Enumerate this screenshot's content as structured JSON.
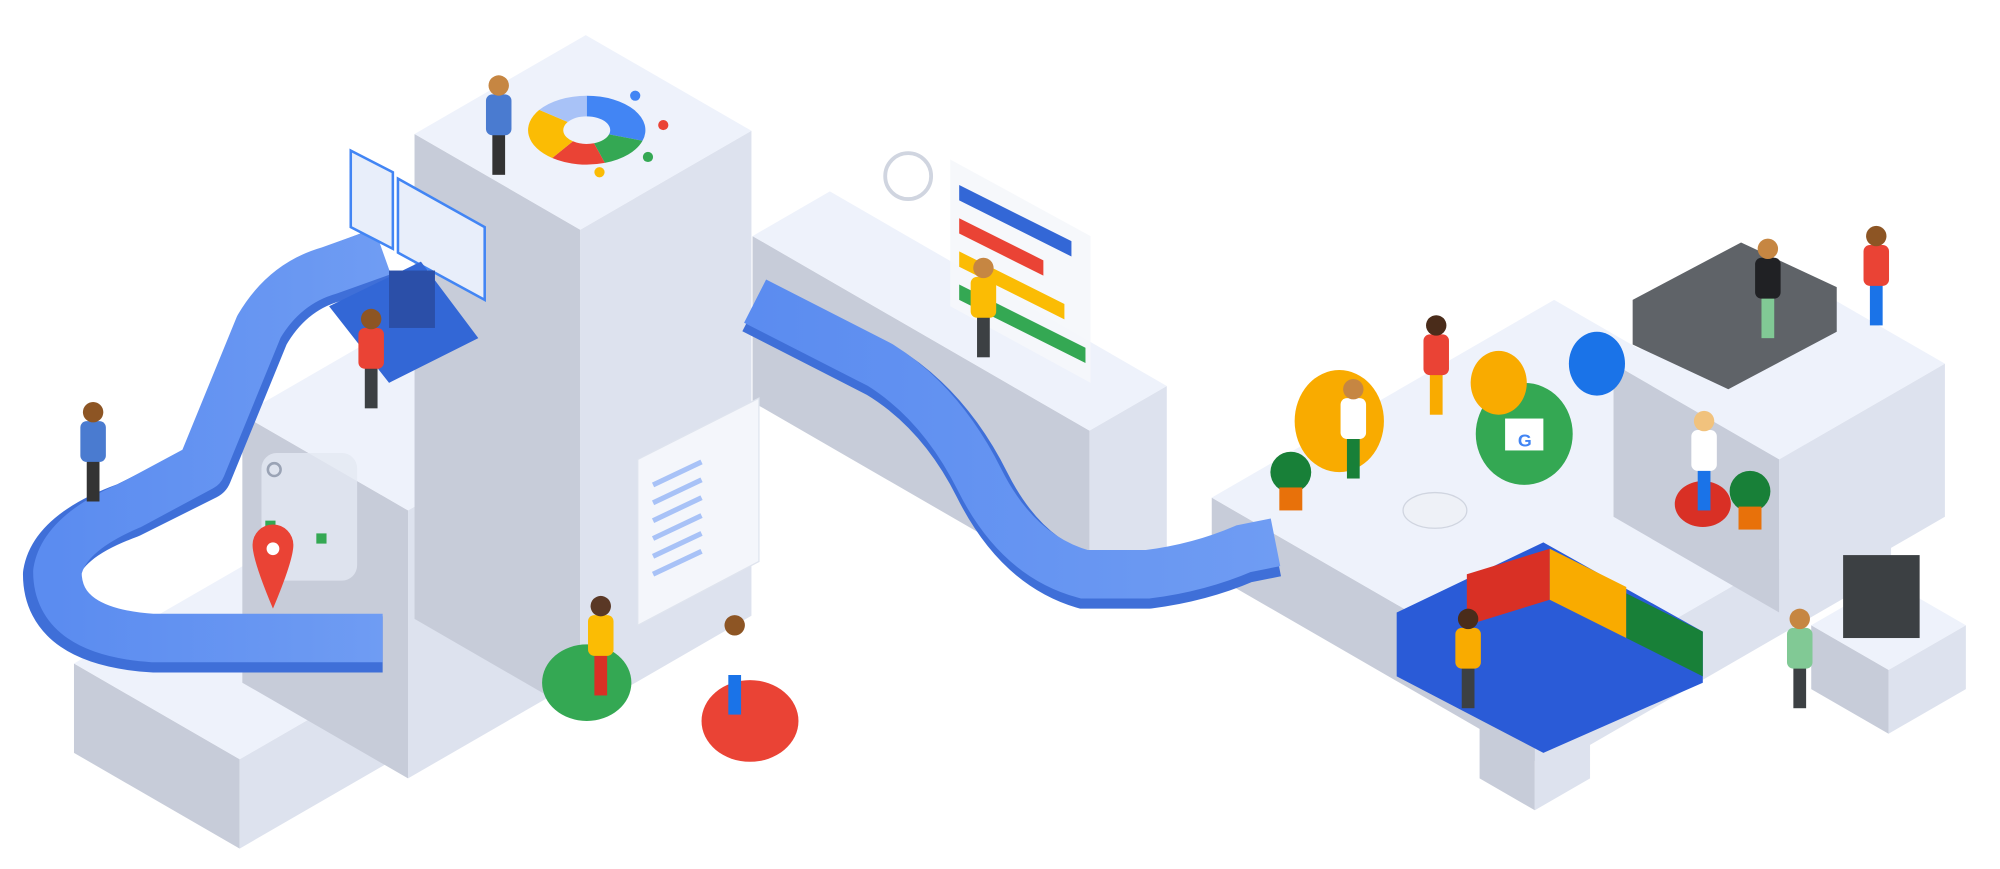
{
  "illustration": {
    "logo": "G",
    "colors": {
      "blue": "#4285f4",
      "path_blue": "#5f8fef",
      "red": "#ea4335",
      "yellow": "#fbbc04",
      "green": "#34a853",
      "block_top": "#eef2fb",
      "block_left": "#c7ccd9",
      "block_right": "#dde2ee"
    },
    "donut_chart": {
      "segments": [
        {
          "color": "#4285f4",
          "value": 30
        },
        {
          "color": "#34a853",
          "value": 15
        },
        {
          "color": "#ea4335",
          "value": 15
        },
        {
          "color": "#fbbc04",
          "value": 25
        },
        {
          "color": "#a8c2f7",
          "value": 15
        }
      ]
    },
    "bar_panel": {
      "bars": [
        {
          "color": "#3367d6",
          "value": 0.8
        },
        {
          "color": "#ea4335",
          "value": 0.6
        },
        {
          "color": "#fbbc04",
          "value": 0.75
        },
        {
          "color": "#34a853",
          "value": 0.9
        }
      ]
    },
    "icons": [
      "location-pin-icon",
      "search-icon",
      "checkbox-icon",
      "video-call-icon",
      "fingerprint-icon"
    ]
  }
}
